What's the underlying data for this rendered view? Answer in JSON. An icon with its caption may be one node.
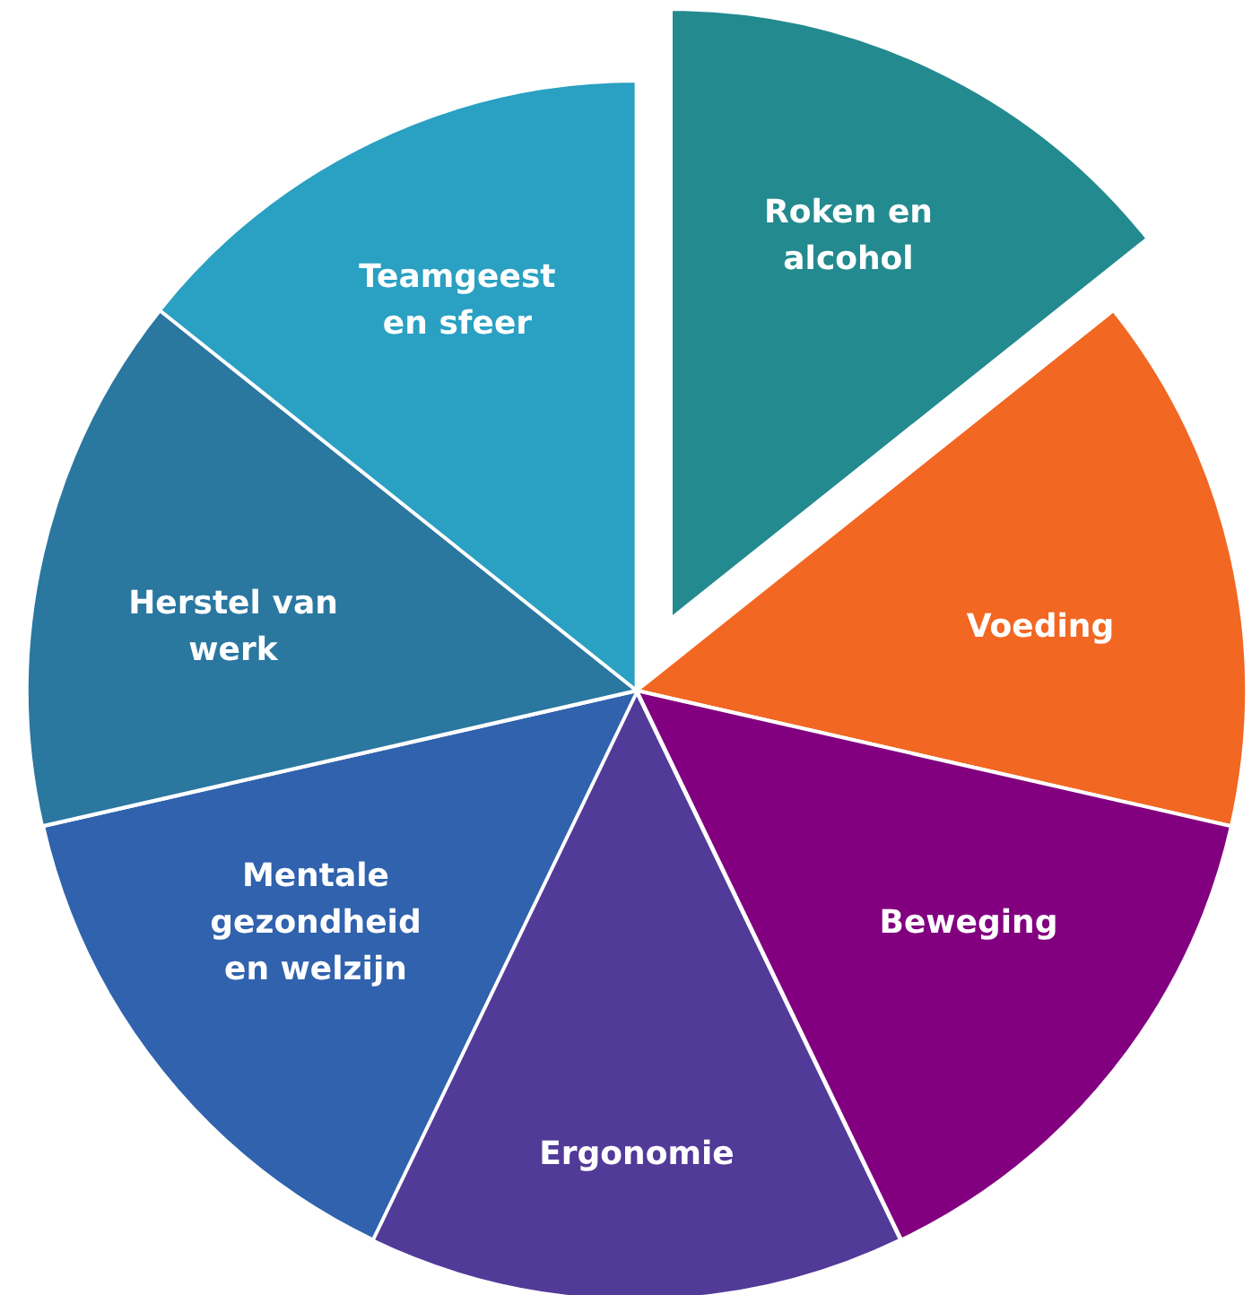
{
  "diagram": {
    "nodes": [
      {
        "text": [
          "Roken en alcohol"
        ]
      },
      {
        "text": [
          "Voeding"
        ]
      },
      {
        "text": [
          "Beweging"
        ]
      },
      {
        "text": [
          "Ergonomie"
        ]
      },
      {
        "text": [
          "Mentale gezondheid en welzijn"
        ]
      },
      {
        "text": [
          "Herstel van werk"
        ]
      },
      {
        "text": [
          "Teamgeest en sfeer"
        ]
      }
    ]
  }
}
